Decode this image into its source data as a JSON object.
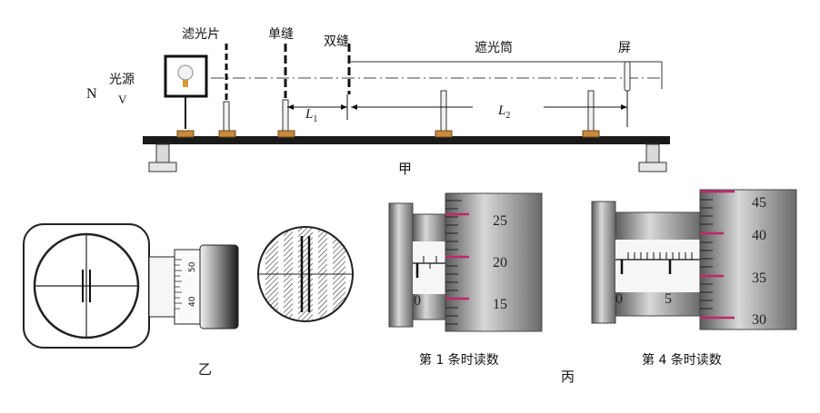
{
  "apparatus": {
    "label_filter": "滤光片",
    "label_single_slit": "单缝",
    "label_double_slit": "双缝",
    "label_tube": "遮光筒",
    "label_screen": "屏",
    "label_light_source": "光源",
    "label_n": "N",
    "label_v": "V",
    "label_L1": "L",
    "label_L1_sub": "1",
    "label_L2": "L",
    "label_L2_sub": "2",
    "caption": "甲"
  },
  "eyepiece": {
    "caption": "乙",
    "scale_marks": [
      "50",
      "40"
    ]
  },
  "micrometer_first": {
    "main_scale": [
      "0"
    ],
    "thimble_marks": [
      "25",
      "20",
      "15"
    ],
    "caption": "第 1 条时读数"
  },
  "micrometer_fourth": {
    "main_scale": [
      "0",
      "5"
    ],
    "thimble_marks": [
      "45",
      "40",
      "35",
      "30"
    ],
    "caption": "第 4 条时读数"
  },
  "caption_bing": "丙",
  "colors": {
    "pink": "#c0266a",
    "wood": "#c98a3c",
    "rail": "#1a1a1a"
  }
}
